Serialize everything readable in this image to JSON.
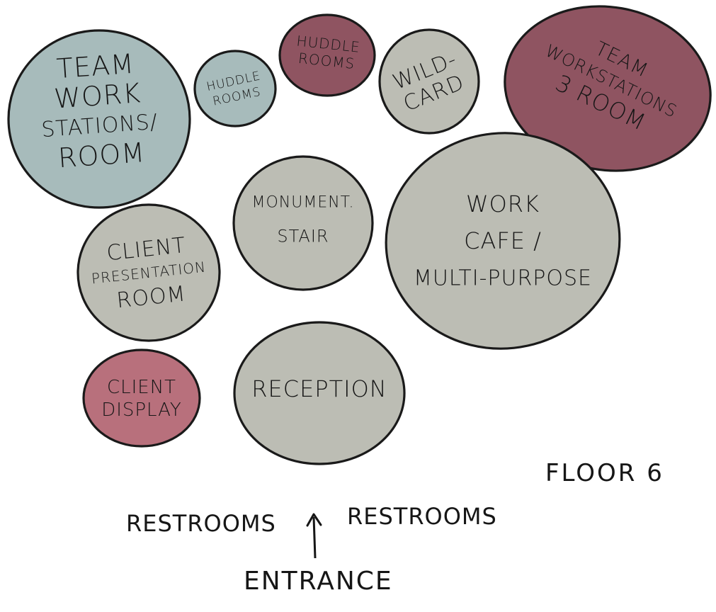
{
  "colors": {
    "teal": "#a7bbbb",
    "maroon": "#8f5461",
    "rose": "#b8707c",
    "gray": "#bcbdb4",
    "ink": "#161616"
  },
  "bubbles": [
    {
      "id": "team-workstations-room-1",
      "lines": [
        "TEAM",
        "WORK",
        "STATIONS/",
        "ROOM"
      ],
      "color": "teal"
    },
    {
      "id": "huddle-rooms-1",
      "lines": [
        "HUDDLE",
        "ROOMS"
      ],
      "color": "teal"
    },
    {
      "id": "huddle-rooms-2",
      "lines": [
        "HUDDLE",
        "ROOMS"
      ],
      "color": "maroon"
    },
    {
      "id": "wildcard",
      "lines": [
        "WILD-",
        "CARD"
      ],
      "color": "gray"
    },
    {
      "id": "team-workstations-room-2",
      "lines": [
        "TEAM",
        "WORKSTATIONS",
        "3 ROOM"
      ],
      "color": "maroon"
    },
    {
      "id": "client-presentation-room",
      "lines": [
        "CLIENT",
        "PRESENTATION",
        "ROOM"
      ],
      "color": "gray"
    },
    {
      "id": "monument-stair",
      "lines": [
        "MONUMENT.",
        "STAIR"
      ],
      "color": "gray"
    },
    {
      "id": "work-cafe",
      "lines": [
        "WORK",
        "CAFE /",
        "MULTI-PURPOSE"
      ],
      "color": "gray"
    },
    {
      "id": "client-display",
      "lines": [
        "CLIENT",
        "DISPLAY"
      ],
      "color": "rose"
    },
    {
      "id": "reception",
      "lines": [
        "RECEPTION"
      ],
      "color": "gray"
    }
  ],
  "labels": {
    "floor": "FLOOR 6",
    "restrooms_left": "RESTROOMS",
    "restrooms_right": "RESTROOMS",
    "entrance": "ENTRANCE"
  }
}
